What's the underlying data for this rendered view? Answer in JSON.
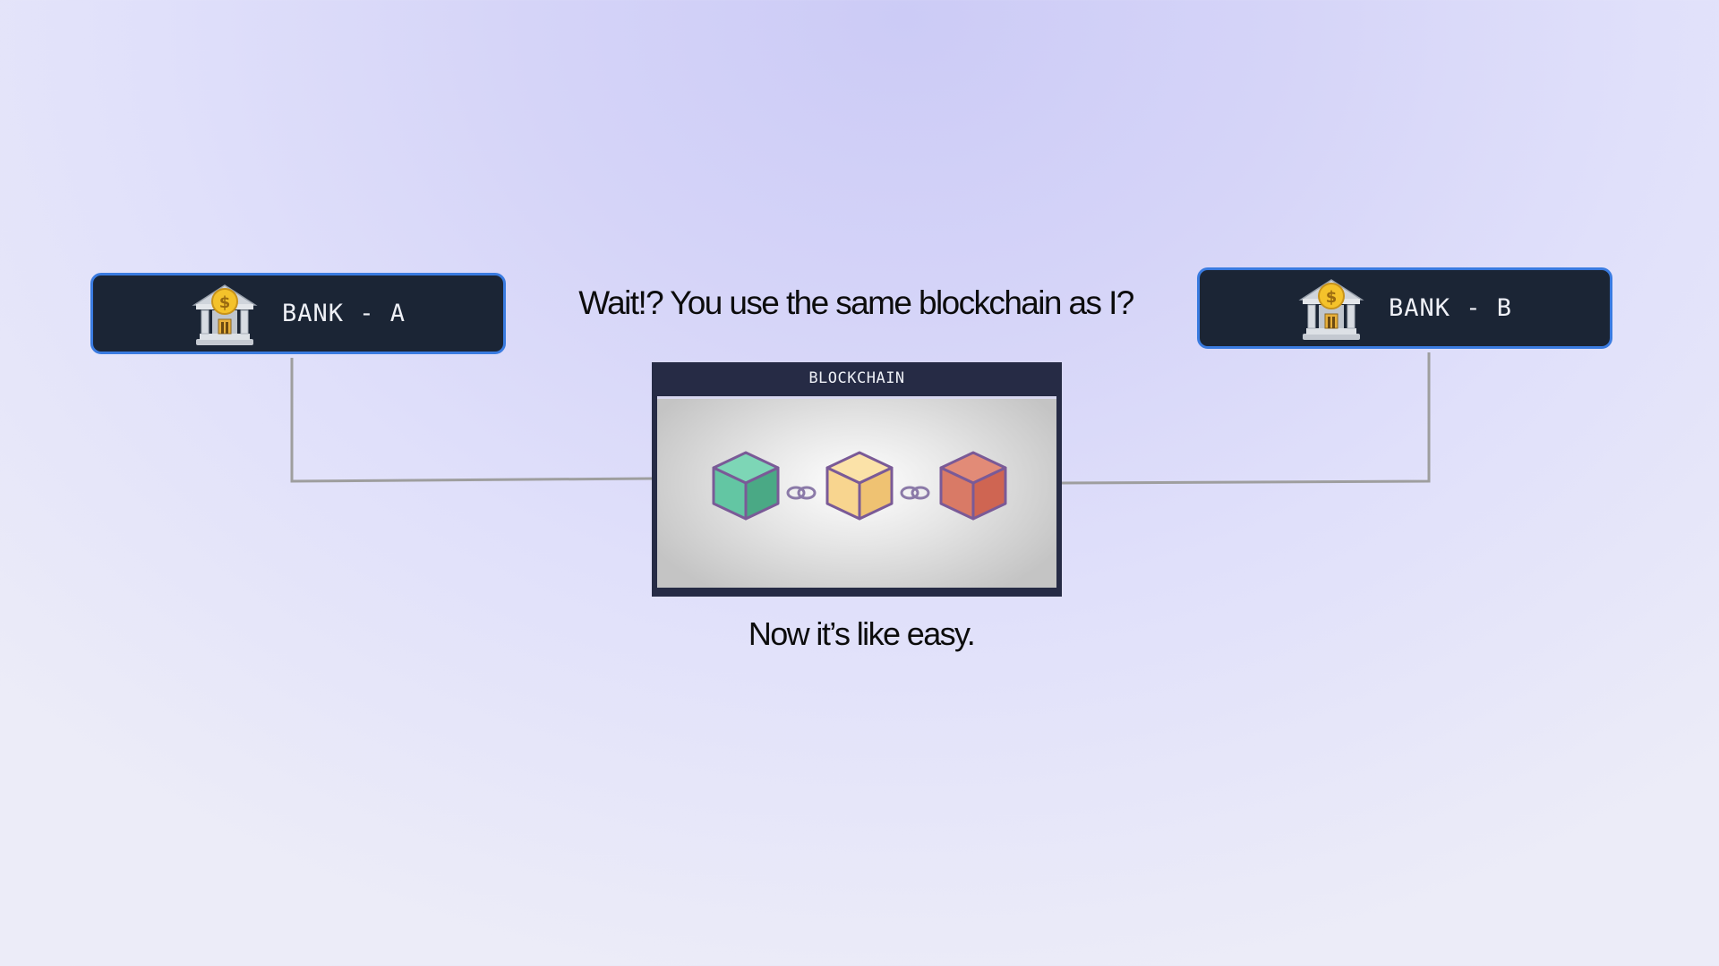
{
  "banks": {
    "a": {
      "label": "BANK - A",
      "icon": "bank-icon"
    },
    "b": {
      "label": "BANK - B",
      "icon": "bank-icon"
    }
  },
  "question": "Wait!? You use the same blockchain as I?",
  "answer": "Now it’s like easy.",
  "blockchain": {
    "title": "BLOCKCHAIN",
    "blocks": [
      {
        "name": "block-1",
        "icon": "cube-icon",
        "color": "#5bc29e"
      },
      {
        "name": "block-2",
        "icon": "cube-icon",
        "color": "#f7d48e"
      },
      {
        "name": "block-3",
        "icon": "cube-icon",
        "color": "#d9735e"
      }
    ],
    "link_icon": "chain-link-icon"
  },
  "colors": {
    "bank_box_bg": "#1b2535",
    "bank_box_border": "#3a7be0",
    "connector": "#9e9e9e",
    "panel_header": "#262b45"
  }
}
